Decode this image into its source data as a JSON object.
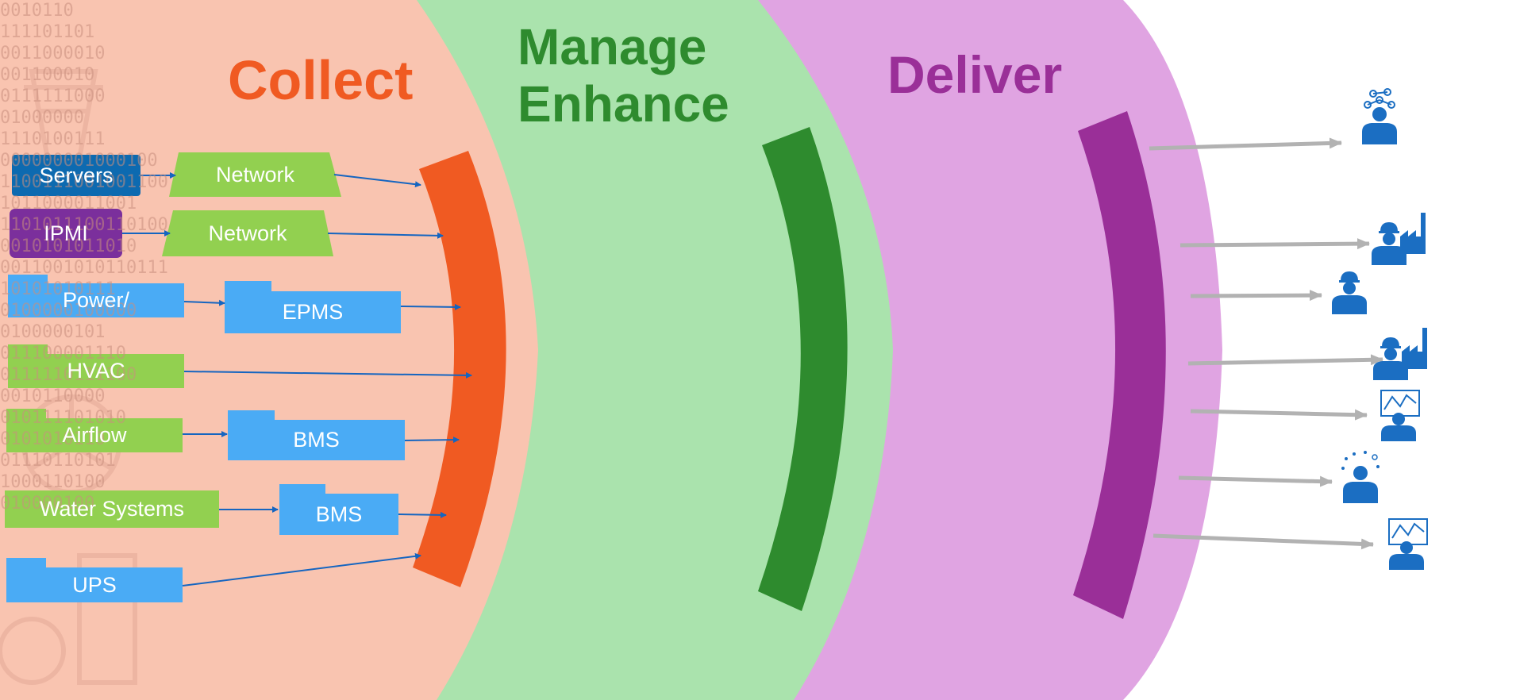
{
  "sections": {
    "collect": {
      "title": "Collect",
      "color": "#f05a22"
    },
    "manage": {
      "title": "Manage\nEnhance",
      "color": "#2e8b2e"
    },
    "deliver": {
      "title": "Deliver",
      "color": "#9a2f98"
    }
  },
  "colors": {
    "collect_bg": "#f9c4b0",
    "manage_bg": "#aae3ad",
    "deliver_bg": "#e0a4e2",
    "dark_blue": "#0d6ab0",
    "purple": "#7b2f9c",
    "light_blue": "#4aabf5",
    "green": "#92d050",
    "arrow_blue": "#1565c0",
    "arrow_gray": "#b2b2b2",
    "person_blue": "#1b6ec2"
  },
  "sources": [
    {
      "label": "Servers",
      "style": "dark_blue",
      "shape": "rect"
    },
    {
      "label": "IPMI",
      "style": "purple",
      "shape": "rect"
    },
    {
      "label": "Power/",
      "style": "light_blue",
      "shape": "folder"
    },
    {
      "label": "HVAC",
      "style": "green",
      "shape": "folder"
    },
    {
      "label": "Airflow",
      "style": "green",
      "shape": "folder"
    },
    {
      "label": "Water Systems",
      "style": "green",
      "shape": "rect"
    },
    {
      "label": "UPS",
      "style": "light_blue",
      "shape": "folder"
    }
  ],
  "intermediates": [
    {
      "label": "Network",
      "style": "green",
      "shape": "trapezoid"
    },
    {
      "label": "Network",
      "style": "green",
      "shape": "trapezoid"
    },
    {
      "label": "EPMS",
      "style": "light_blue",
      "shape": "folder"
    },
    {
      "label": "BMS",
      "style": "light_blue",
      "shape": "folder"
    },
    {
      "label": "BMS",
      "style": "light_blue",
      "shape": "folder"
    }
  ],
  "consumers": [
    {
      "icon": "person-network-icon"
    },
    {
      "icon": "worker-factory-icon"
    },
    {
      "icon": "worker-icon"
    },
    {
      "icon": "worker-factory-icon"
    },
    {
      "icon": "analyst-chart-icon"
    },
    {
      "icon": "person-thinking-icon"
    },
    {
      "icon": "analyst-chart-icon"
    }
  ],
  "background": {
    "binary_lines": [
      "0010110",
      "111101101",
      "0011000010",
      "001100010",
      "0111111000",
      "01000000",
      "1110100111",
      "000000001000100",
      "1100111001001100",
      "1011000011001",
      "1101011100110100",
      "0010101011010",
      "0011001010110111",
      "10101010111",
      "0100000100000",
      "0100000101",
      "011100001110",
      "0111110111100",
      "0010110000",
      "010111101010",
      "0101010110",
      "01110110101",
      "1000110100",
      "010000100"
    ]
  }
}
